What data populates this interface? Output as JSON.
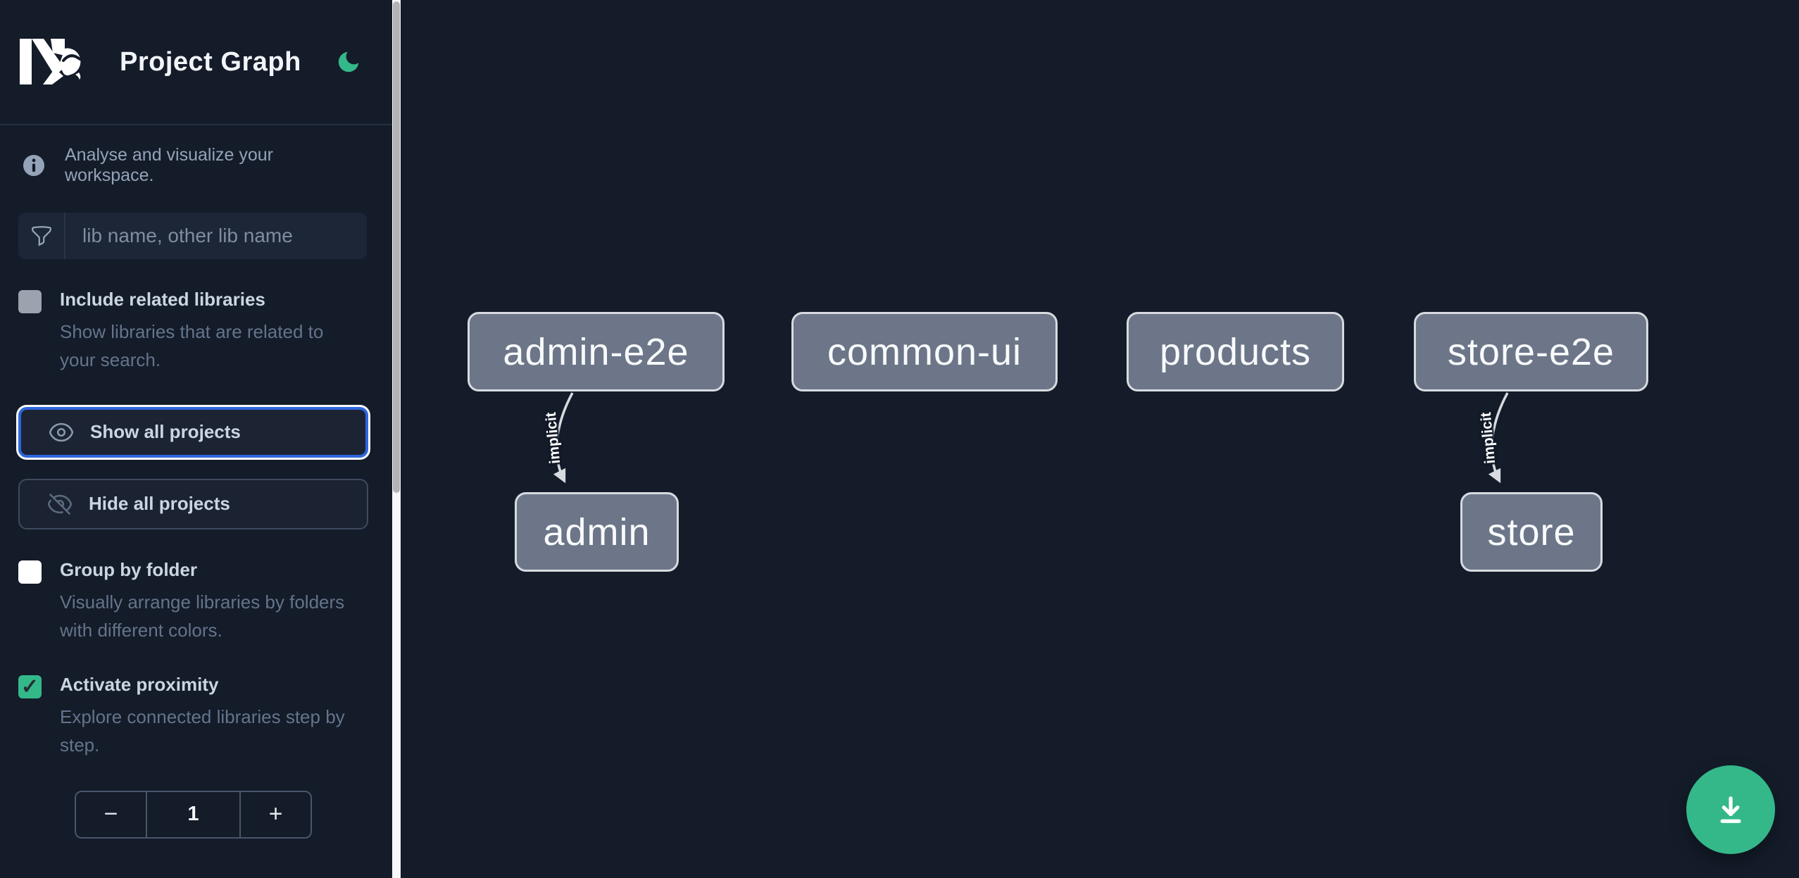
{
  "header": {
    "title": "Project Graph",
    "logo": "nx-logo",
    "theme_toggle_icon": "moon-icon"
  },
  "sidebar": {
    "info_text": "Analyse and visualize your workspace.",
    "search": {
      "placeholder": "lib name, other lib name"
    },
    "include_related": {
      "label": "Include related libraries",
      "description": "Show libraries that are related to your search.",
      "checked": false
    },
    "show_all_label": "Show all projects",
    "hide_all_label": "Hide all projects",
    "group_by_folder": {
      "label": "Group by folder",
      "description": "Visually arrange libraries by folders with different colors.",
      "checked": false
    },
    "activate_proximity": {
      "label": "Activate proximity",
      "description": "Explore connected libraries step by step.",
      "checked": true,
      "check_glyph": "✓"
    },
    "proximity_stepper": {
      "decrement": "−",
      "value": "1",
      "increment": "+"
    }
  },
  "graph": {
    "nodes": [
      "admin-e2e",
      "common-ui",
      "products",
      "store-e2e",
      "admin",
      "store"
    ],
    "edges": [
      {
        "source": "admin-e2e",
        "target": "admin",
        "label": "implicit",
        "type": "implicit"
      },
      {
        "source": "store-e2e",
        "target": "store",
        "label": "implicit",
        "type": "implicit"
      }
    ]
  },
  "colors": {
    "accent_green": "#34b88a",
    "focus_blue": "#2f66dd",
    "node_fill": "#6c7688",
    "node_border": "#d7dbe0",
    "sidebar_bg": "#141b29",
    "canvas_bg": "#141c2a"
  },
  "icons": {
    "filter": "funnel-icon",
    "show": "eye-icon",
    "hide": "eye-off-icon",
    "info": "info-icon",
    "download": "download-icon",
    "theme": "moon-icon"
  }
}
